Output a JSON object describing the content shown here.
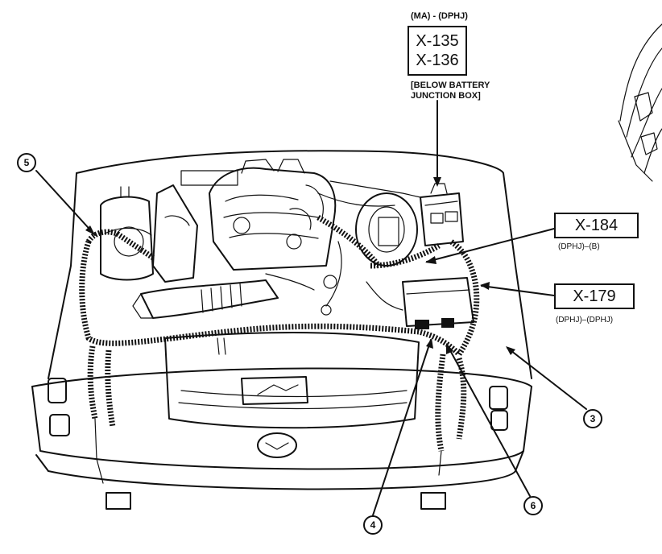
{
  "connectors": {
    "top": {
      "header": "(MA) - (DPHJ)",
      "codes": [
        "X-135",
        "X-136"
      ],
      "note_lines": [
        "[BELOW BATTERY",
        "JUNCTION BOX]"
      ]
    },
    "x184": {
      "code": "X-184",
      "sub": "(DPHJ)–(B)"
    },
    "x179": {
      "code": "X-179",
      "sub": "(DPHJ)–(DPHJ)"
    }
  },
  "callouts": [
    "5",
    "3",
    "4",
    "6"
  ],
  "colors": {
    "ink": "#111111",
    "paper": "#ffffff"
  }
}
